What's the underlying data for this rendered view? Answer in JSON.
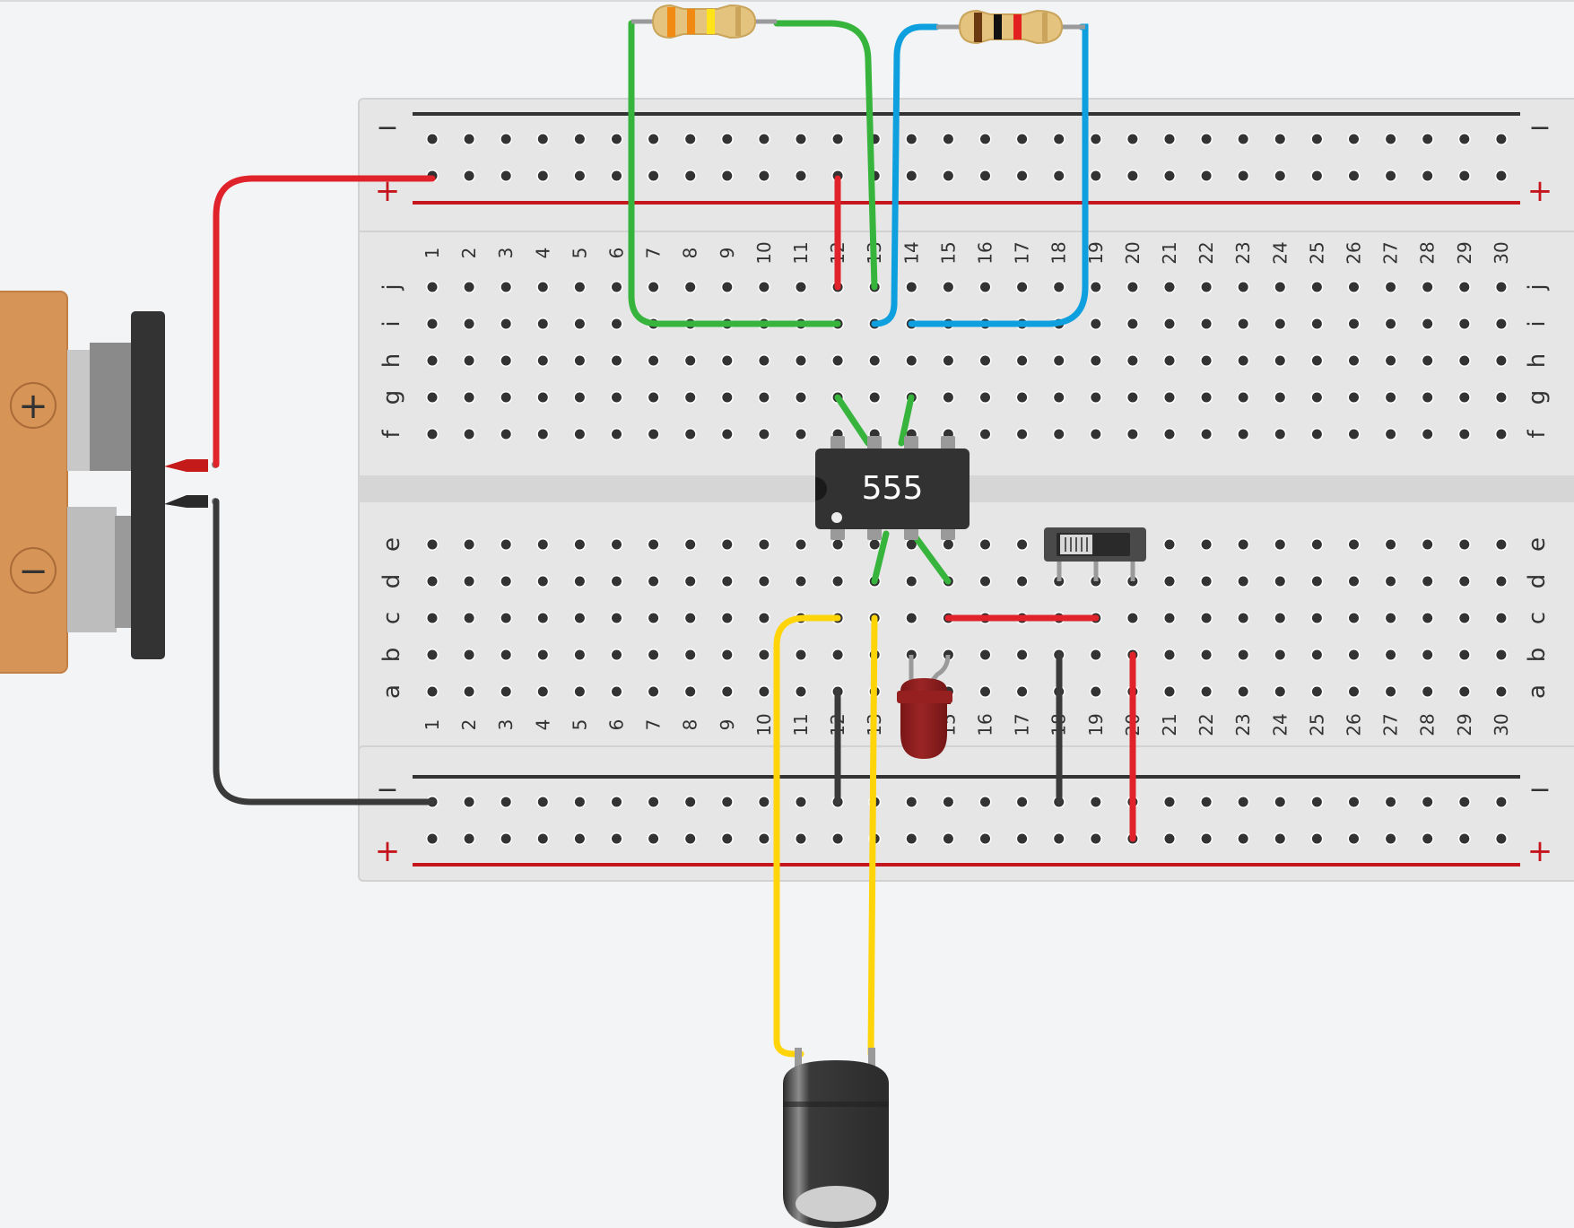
{
  "breadboard": {
    "column_count": 30,
    "row_letters_top": [
      "j",
      "i",
      "h",
      "g",
      "f"
    ],
    "row_letters_bottom": [
      "e",
      "d",
      "c",
      "b",
      "a"
    ],
    "rail_minus": "−",
    "rail_plus": "+"
  },
  "battery": {
    "plus_symbol": "+",
    "minus_symbol": "−",
    "body_color": "#d69456"
  },
  "ic": {
    "label": "555",
    "body_color": "#323232"
  },
  "resistor_1": {
    "bands": [
      "#f08a12",
      "#f08a12",
      "#ffe41a",
      "#c9a45a"
    ]
  },
  "resistor_2": {
    "bands": [
      "#6b3a12",
      "#111111",
      "#e31f1f",
      "#c9a45a"
    ]
  },
  "led": {
    "color": "#8b1d1d"
  },
  "wire_colors": {
    "red": "#e0222a",
    "black": "#3a3a3a",
    "green": "#36b43c",
    "blue": "#0e9fde",
    "yellow": "#ffd50a"
  }
}
